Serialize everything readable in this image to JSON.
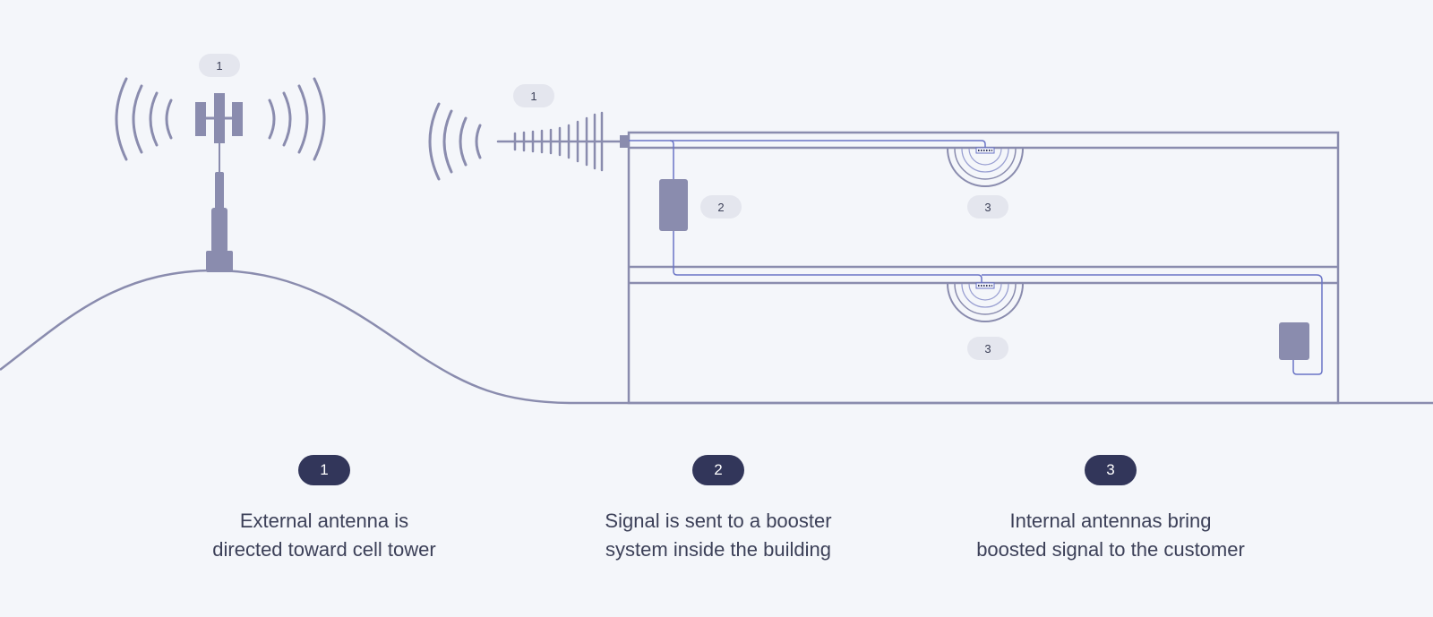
{
  "callouts": {
    "tower": "1",
    "external_antenna": "1",
    "booster": "2",
    "inner_antenna_top": "3",
    "inner_antenna_bottom": "3"
  },
  "legend": [
    {
      "number": "1",
      "caption": "External antenna is\ndirected toward cell tower"
    },
    {
      "number": "2",
      "caption": "Signal is sent to a booster\nsystem inside the building"
    },
    {
      "number": "3",
      "caption": "Internal antennas bring\nboosted signal to the customer"
    }
  ],
  "colors": {
    "background": "#f4f6fa",
    "line": "#8a8cae",
    "device": "#8a8cae",
    "cable": "#6a74c6",
    "pill_light": "#e4e6ee",
    "pill_dark": "#32365a"
  }
}
